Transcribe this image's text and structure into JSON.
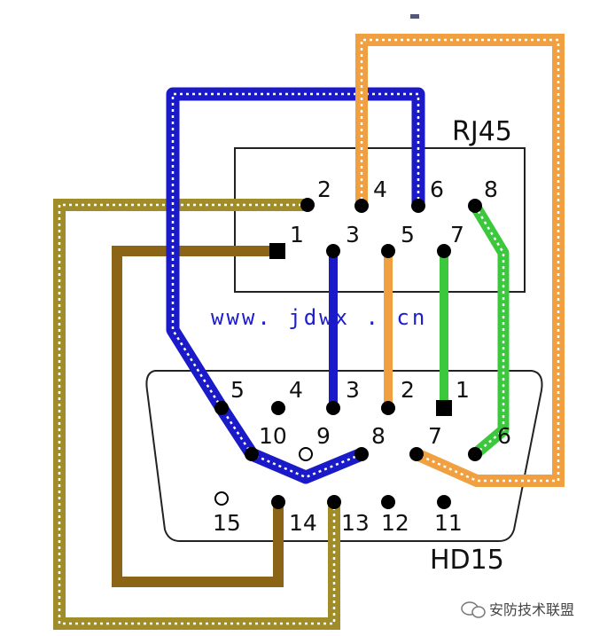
{
  "rj45": {
    "title": "RJ45",
    "pins": [
      "1",
      "2",
      "3",
      "4",
      "5",
      "6",
      "7",
      "8"
    ]
  },
  "hd15": {
    "title": "HD15",
    "pins": [
      "1",
      "2",
      "3",
      "4",
      "5",
      "6",
      "7",
      "8",
      "9",
      "10",
      "11",
      "12",
      "13",
      "14",
      "15"
    ]
  },
  "watermark_url": "www. jdwx . cn",
  "footer_watermark": "安防技术联盟",
  "colors": {
    "blue": "#1a1ac8",
    "orange": "#f0a040",
    "green": "#3cc83c",
    "brown": "#8c6418",
    "olive": "#a08c28"
  }
}
